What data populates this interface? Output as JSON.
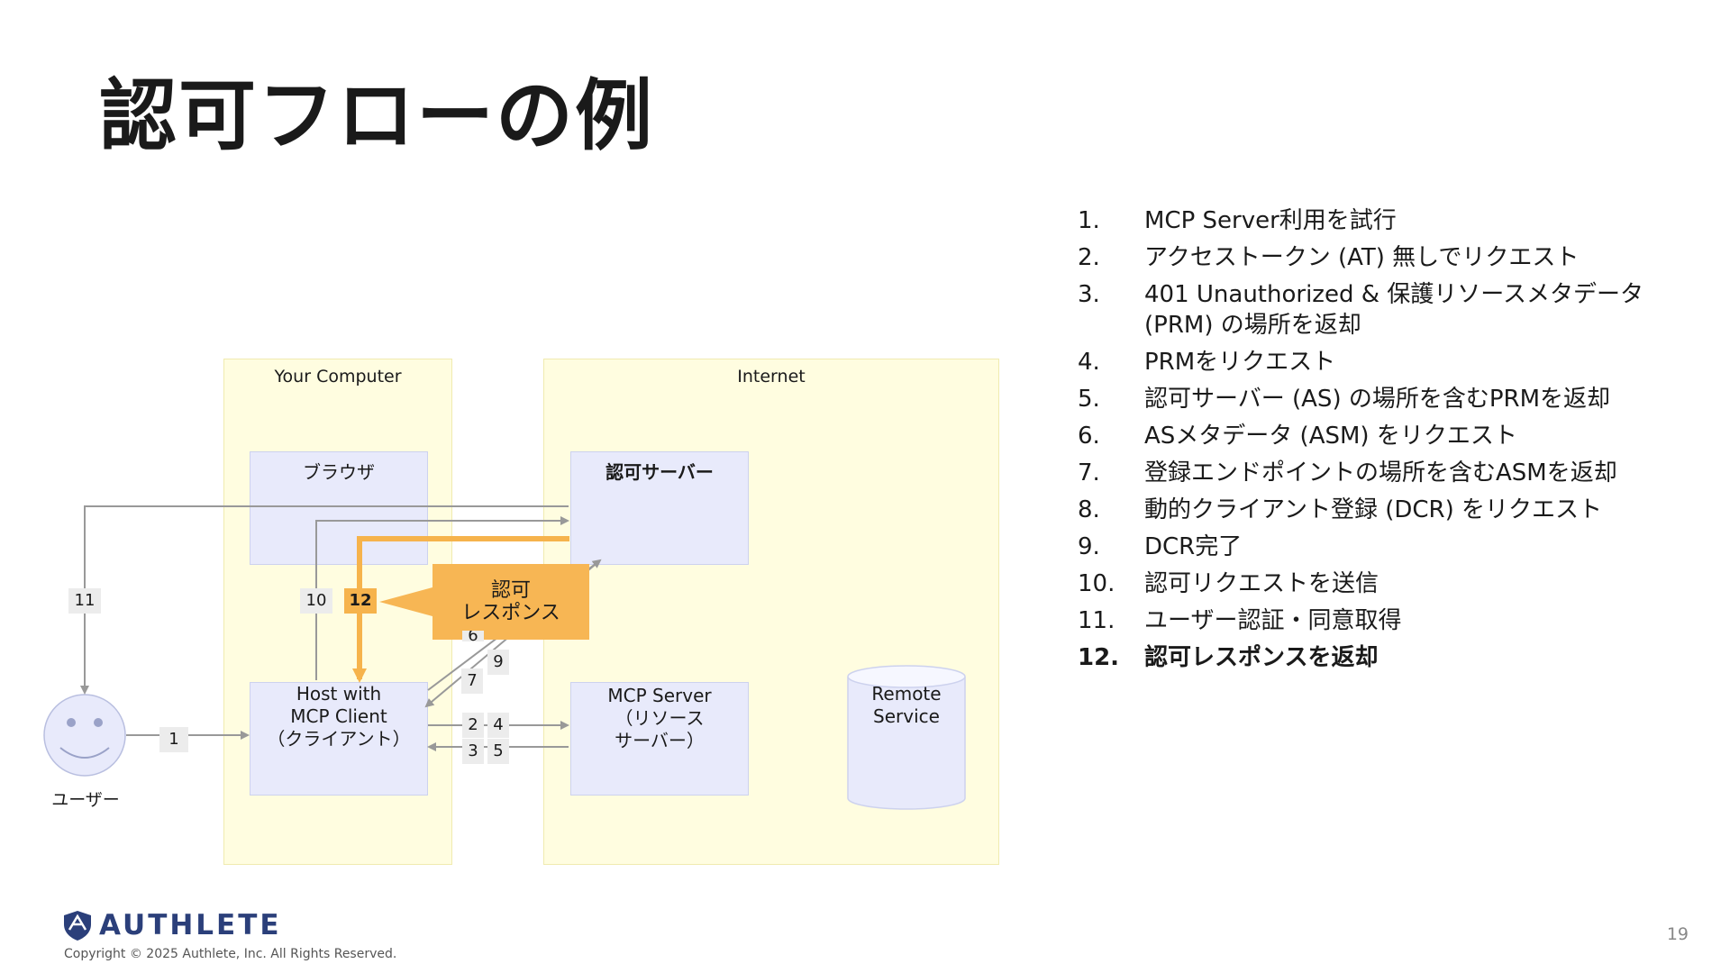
{
  "slide": {
    "title": "認可フローの例",
    "page_number": "19"
  },
  "diagram": {
    "regions": {
      "your_computer": "Your Computer",
      "internet": "Internet"
    },
    "boxes": {
      "browser": "ブラウザ",
      "auth_server": "認可サーバー",
      "host_line1": "Host with",
      "host_line2": "MCP Client",
      "host_line3": "（クライアント）",
      "mcp_line1": "MCP Server",
      "mcp_line2": "（リソース",
      "mcp_line3": "サーバー）",
      "remote_line1": "Remote",
      "remote_line2": "Service"
    },
    "user_label": "ユーザー",
    "callout_line1": "認可",
    "callout_line2": "レスポンス",
    "tags": {
      "t1": "1",
      "t2": "2",
      "t3": "3",
      "t4": "4",
      "t5": "5",
      "t6": "6",
      "t7": "7",
      "t9": "9",
      "t10": "10",
      "t11": "11",
      "t12": "12"
    },
    "colors": {
      "highlight": "#f6b34c",
      "arrow": "#999999",
      "region_fill": "#fffde0",
      "box_fill": "#e8eafb"
    }
  },
  "steps": [
    {
      "num": "1.",
      "text": "MCP Server利用を試行"
    },
    {
      "num": "2.",
      "text": "アクセストークン (AT) 無しでリクエスト"
    },
    {
      "num": "3.",
      "text": "401 Unauthorized & 保護リソースメタデータ (PRM) の場所を返却"
    },
    {
      "num": "4.",
      "text": "PRMをリクエスト"
    },
    {
      "num": "5.",
      "text": "認可サーバー (AS) の場所を含むPRMを返却"
    },
    {
      "num": "6.",
      "text": "ASメタデータ (ASM) をリクエスト"
    },
    {
      "num": "7.",
      "text": "登録エンドポイントの場所を含むASMを返却"
    },
    {
      "num": "8.",
      "text": "動的クライアント登録 (DCR) をリクエスト"
    },
    {
      "num": "9.",
      "text": "DCR完了"
    },
    {
      "num": "10.",
      "text": "認可リクエストを送信"
    },
    {
      "num": "11.",
      "text": "ユーザー認証・同意取得"
    },
    {
      "num": "12.",
      "text": "認可レスポンスを返却"
    }
  ],
  "footer": {
    "logo_text": "AUTHLETE",
    "copyright": "Copyright © 2025 Authlete, Inc. All Rights Reserved.",
    "logo_icon": "shield-icon"
  }
}
